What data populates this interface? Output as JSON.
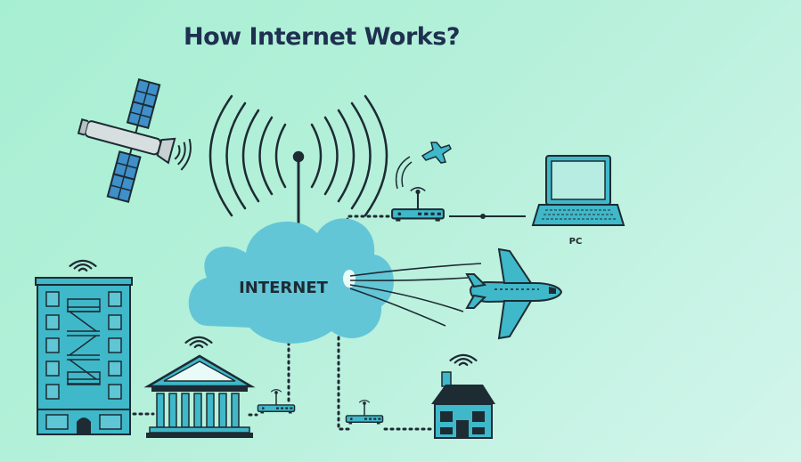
{
  "title": "How Internet Works?",
  "cloud_label": "INTERNET",
  "pc_label": "PC",
  "colors": {
    "background_start": "#a7efd3",
    "background_end": "#d3f5ec",
    "cloud": "#63c6d7",
    "device": "#3fb8c9",
    "outline": "#1d2b33",
    "title": "#1f3050"
  },
  "icons": [
    "satellite-icon",
    "broadcast-tower-icon",
    "cloud-icon",
    "router-icon",
    "airplane-icon",
    "laptop-icon",
    "apartment-building-icon",
    "bank-icon",
    "house-icon",
    "wifi-signal-icon"
  ]
}
